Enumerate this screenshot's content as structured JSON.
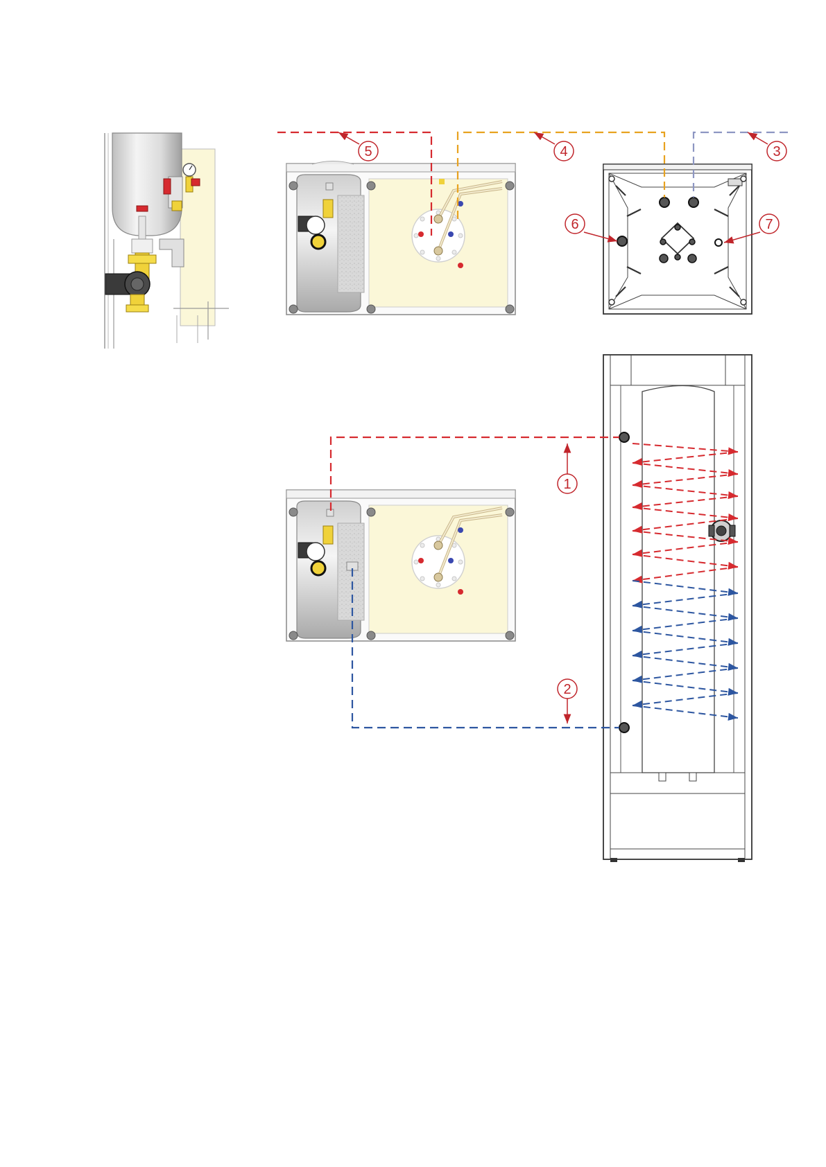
{
  "callouts": [
    {
      "id": "1",
      "label": "1"
    },
    {
      "id": "2",
      "label": "2"
    },
    {
      "id": "3",
      "label": "3"
    },
    {
      "id": "4",
      "label": "4"
    },
    {
      "id": "5",
      "label": "5"
    },
    {
      "id": "6",
      "label": "6"
    },
    {
      "id": "7",
      "label": "7"
    }
  ],
  "colors": {
    "hot_line": "#d62a2f",
    "cold_line": "#2d56a0",
    "gas_line": "#e8a21f",
    "extra_line": "#8d96c2",
    "callout": "#c0252b",
    "insulation": "#fbf7d8",
    "outline": "#555555"
  }
}
